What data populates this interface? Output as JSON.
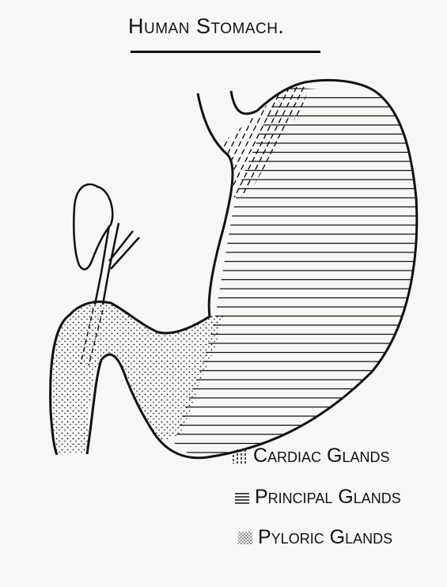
{
  "title": "Human Stomach.",
  "legend": {
    "cardiac": "Cardiac Glands",
    "principal": "Principal Glands",
    "pyloric": "Pyloric Glands"
  },
  "colors": {
    "ink": "#111111",
    "paper": "#f7f7f5"
  }
}
